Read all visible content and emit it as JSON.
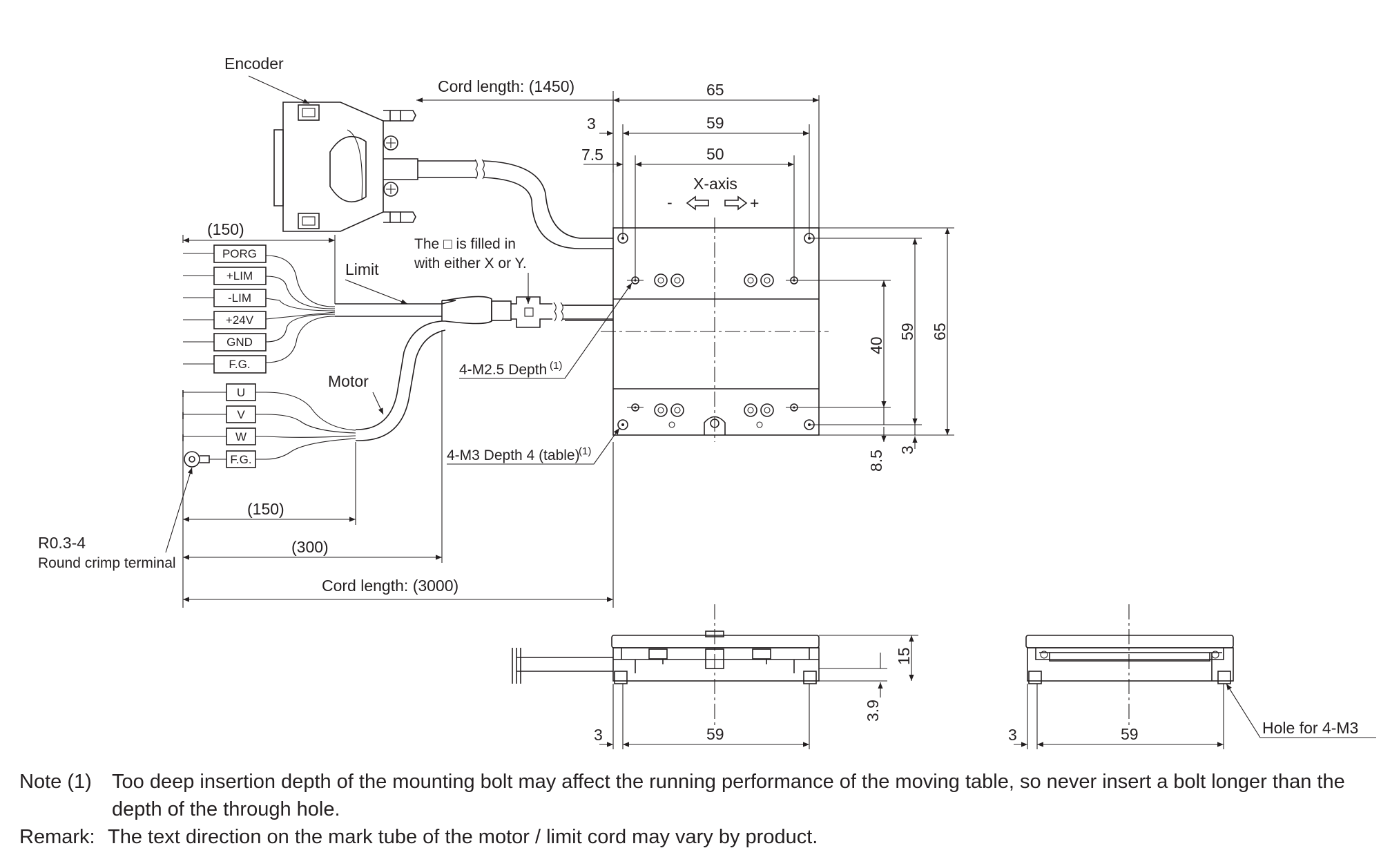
{
  "labels": {
    "encoder": "Encoder",
    "cord_1450": "Cord length: (1450)",
    "limit": "Limit",
    "motor": "Motor",
    "filled_note_1": "The □ is filled in",
    "filled_note_2": "with either X or Y.",
    "m25": "4-M2.5 Depth",
    "m25_sup": "(1)",
    "m3": "4-M3 Depth 4 (table)",
    "m3_sup": "(1)",
    "terminal_1": "R0.3-4",
    "terminal_2": "Round crimp terminal",
    "cord_3000": "Cord length: (3000)",
    "hole_m3": "Hole for 4-M3",
    "x_axis": "X-axis",
    "minus": "-",
    "plus": "+"
  },
  "connector_boxes": [
    "PORG",
    "+LIM",
    "-LIM",
    "+24V",
    "GND",
    "F.G."
  ],
  "motor_boxes": [
    "U",
    "V",
    "W",
    "F.G."
  ],
  "dims": {
    "d150_top": "(150)",
    "d150_bottom": "(150)",
    "d300": "(300)",
    "w65": "65",
    "w59": "59",
    "w50": "50",
    "w3": "3",
    "w7_5": "7.5",
    "h40": "40",
    "h59": "59",
    "h65": "65",
    "h8_5": "8.5",
    "h3": "3",
    "h15": "15",
    "h3_9": "3.9",
    "side_3": "3",
    "side_59": "59",
    "front_3": "3",
    "front_59": "59"
  },
  "notes": {
    "note_label": "Note (1)",
    "note_text": "Too deep insertion depth of the mounting bolt may affect the running performance of the moving table, so never insert a bolt longer than the depth of the through hole.",
    "remark_label": "Remark:",
    "remark_text": "The text direction on the mark tube of the motor / limit cord may vary by product."
  }
}
